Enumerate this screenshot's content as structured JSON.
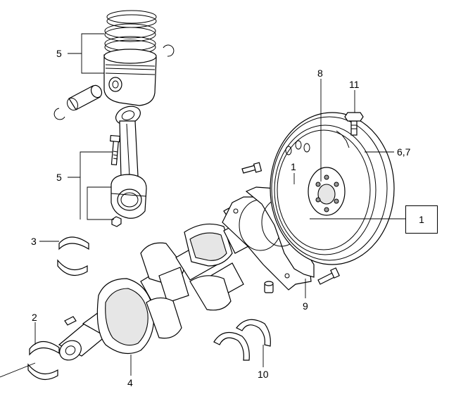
{
  "callouts": {
    "piston_set": "5",
    "conrod_set": "5",
    "conrod_bearing": "3",
    "main_bearing": "2",
    "crankshaft": "4",
    "thrust_washer": "10",
    "oil_seal_housing": "9",
    "seal": "8",
    "flywheel_bolt": "11",
    "flywheel": "6,7",
    "oil_seal": "1",
    "oil_seal_boxed": "1"
  }
}
